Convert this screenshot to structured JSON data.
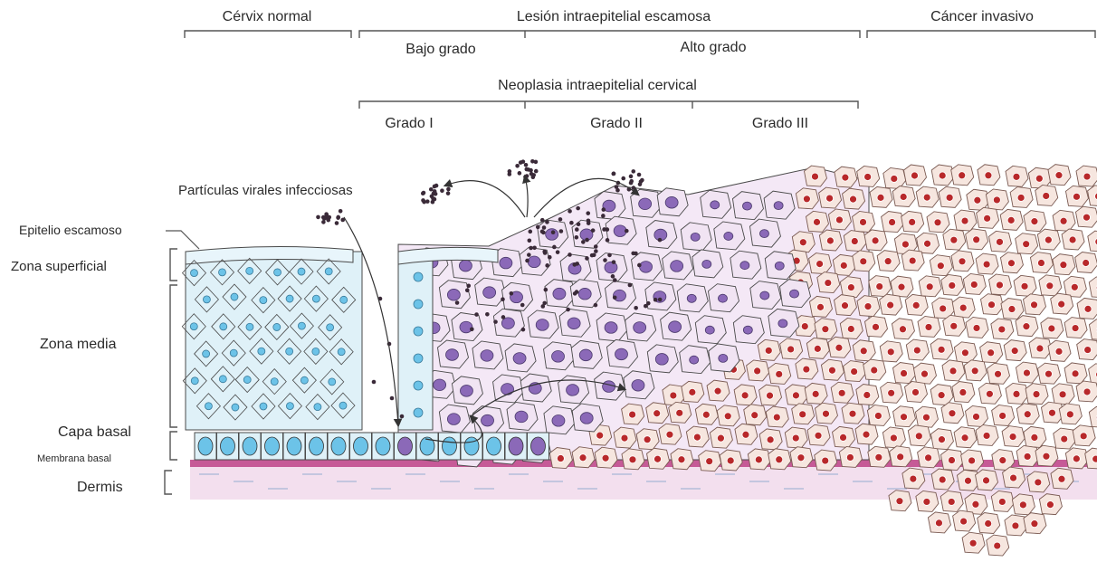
{
  "header": {
    "normal": "Cérvix normal",
    "sil": "Lesión intraepitelial escamosa",
    "invasive": "Cáncer invasivo",
    "low_grade": "Bajo grado",
    "high_grade": "Alto grado",
    "cin": "Neoplasia intraepitelial cervical",
    "grade1": "Grado I",
    "grade2": "Grado II",
    "grade3": "Grado III"
  },
  "labels": {
    "viral": "Partículas virales infecciosas",
    "epithelium": "Epitelio escamoso",
    "superficial": "Zona superficial",
    "middle": "Zona media",
    "basal_layer": "Capa basal",
    "basement_membrane": "Membrana basal",
    "dermis": "Dermis"
  },
  "colors": {
    "normal_cell": "#dff1f8",
    "normal_nucleus": "#6cc3e8",
    "lesion_cell": "#f1e4f3",
    "lesion_nucleus": "#8b69b8",
    "cancer_cell": "#f6e6df",
    "cancer_nucleus": "#b8282a",
    "membrane": "#c65a97",
    "dermis": "#f3dfee",
    "virus": "#3a2a38",
    "outline": "#4a4a4a"
  }
}
